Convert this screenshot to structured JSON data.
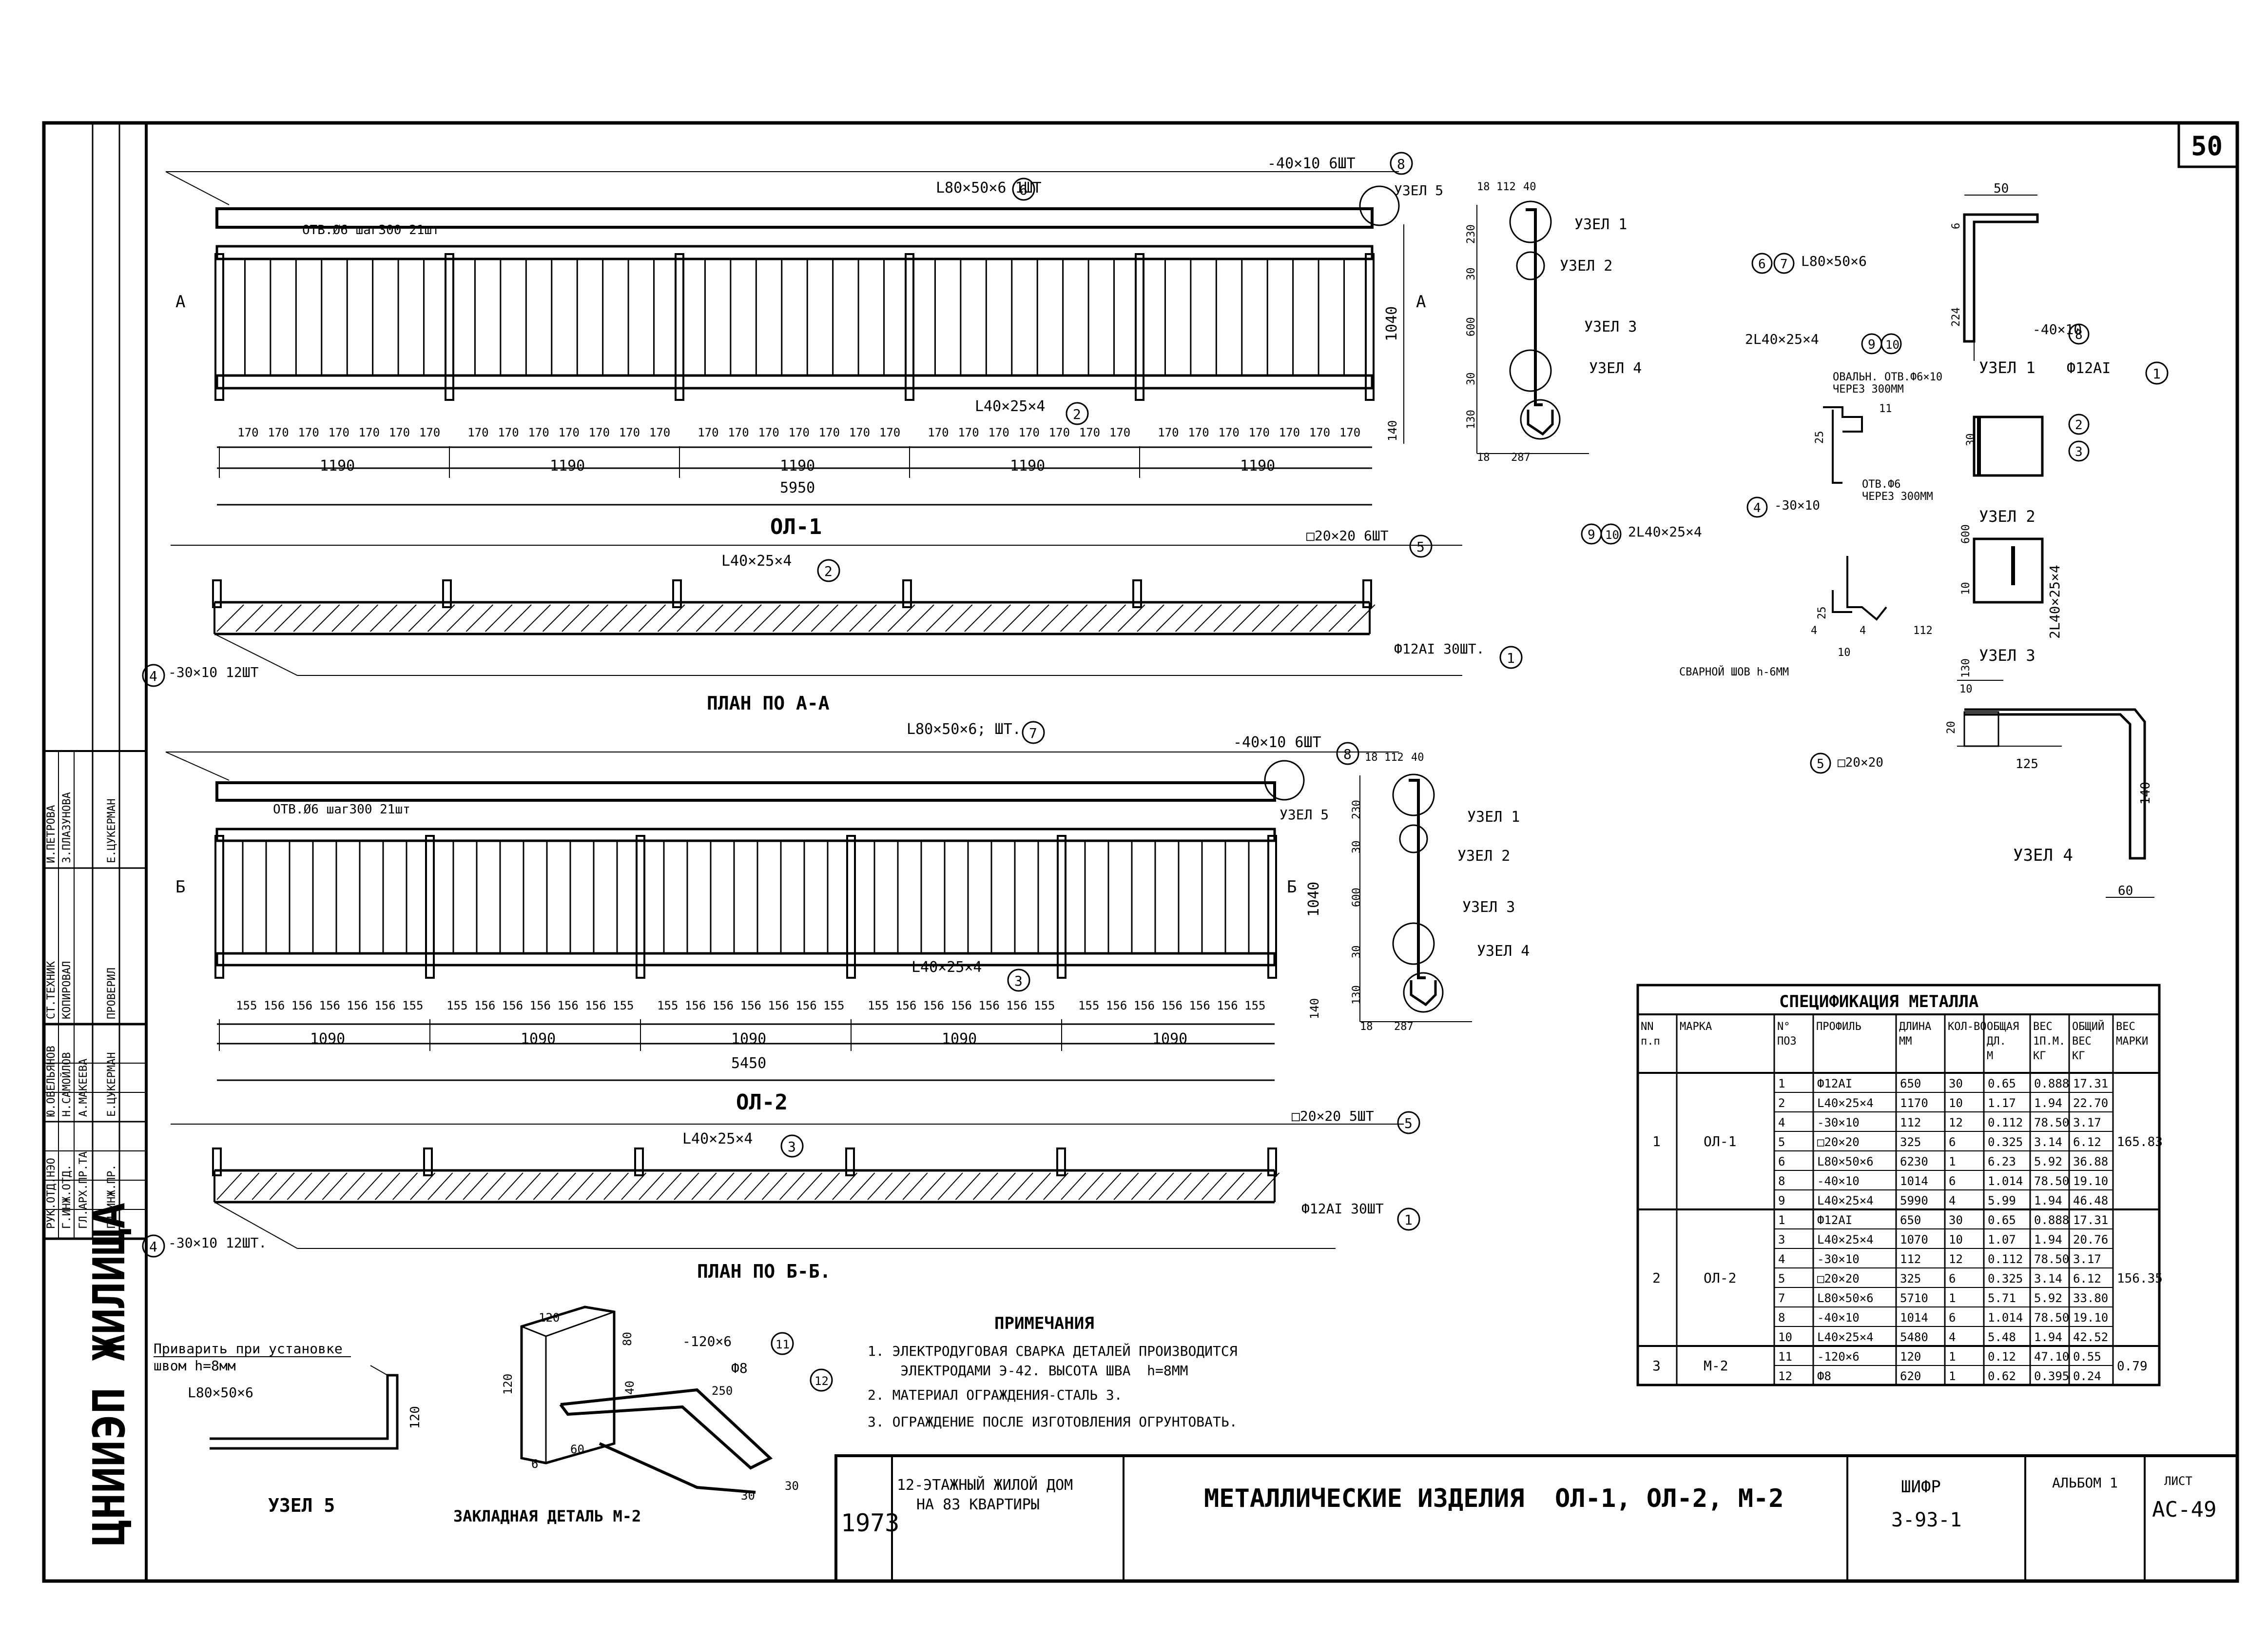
{
  "sheet": {
    "page_number": "50",
    "org": "ЦНИИЭП ЖИЛИЩА",
    "signatures": {
      "roles": [
        "РУК.ОТД.НЭО",
        "Г.ИНЖ.ОТД.",
        "ГЛ.АРХ.ПР.ТА",
        "ГЛ.ИНЖ.ПР."
      ],
      "names": [
        "Ю.ОВЕЛЬЯНОВ",
        "Н.САМОЙЛОВ",
        "А.МАКЕЕВА",
        "Е.ЦУКЕРМАН"
      ],
      "roles2": [
        "СТ.ТЕХНИК",
        "КОПИРОВАЛ",
        "",
        "ПРОВЕРИЛ"
      ],
      "names2": [
        "И.ПЕТРОВА",
        "З.ПЛАЗУНОВА",
        "",
        "Е.ЦУКЕРМАН"
      ]
    },
    "title_block": {
      "year": "1973",
      "project": "12-ЭТАЖНЫЙ ЖИЛОЙ ДОМ",
      "project2": "НА 83 КВАРТИРЫ",
      "title": "МЕТАЛЛИЧЕСКИЕ ИЗДЕЛИЯ  ОЛ-1, ОЛ-2, М-2",
      "cipher_label": "ШИФР",
      "cipher": "3-93-1",
      "album_label": "АЛЬБОМ 1",
      "sheet_label": "ЛИСТ",
      "sheet_no": "АС-49"
    }
  },
  "ol1": {
    "title": "ОЛ-1",
    "plan_title": "ПЛАН ПО А-А",
    "section_mark": "А",
    "spacings": [
      "170",
      "170",
      "170",
      "170",
      "170",
      "170",
      "170"
    ],
    "bays": [
      "1190",
      "1190",
      "1190",
      "1190",
      "1190"
    ],
    "total": "5950",
    "callout_top": "-40×10  6ШТ",
    "callout_top_no": "8",
    "rail_label": "L80×50×6  1ШТ",
    "rail_no": "6",
    "holes": "ОТВ.Ø6 шаг300 21шт",
    "node5": "УЗЕЛ 5",
    "angle_label": "L40×25×4",
    "angle_no": "2",
    "height": "1040",
    "left_dim": "140",
    "plan_angle": "L40×25×4",
    "plan_angle_no": "2",
    "plan_sq": "□20×20  6ШТ",
    "plan_sq_no": "5",
    "plan_bars": "Ф12АI  30ШТ.",
    "plan_bars_no": "1",
    "plan_strip": "-30×10  12ШТ",
    "plan_strip_no": "4"
  },
  "ol2": {
    "title": "ОЛ-2",
    "plan_title": "ПЛАН ПО Б-Б.",
    "section_mark": "Б",
    "spacings": [
      "155",
      "156",
      "156",
      "156",
      "156",
      "156",
      "155"
    ],
    "bays": [
      "1090",
      "1090",
      "1090",
      "1090",
      "1090"
    ],
    "total": "5450",
    "callout_top": "-40×10  6ШТ",
    "callout_top_no": "8",
    "rail_label": "L80×50×6; ШТ.",
    "rail_no": "7",
    "holes": "ОТВ.Ø6 шаг300  21шт",
    "node5": "УЗЕЛ 5",
    "angle_label": "L40×25×4",
    "angle_no": "3",
    "height": "1040",
    "left_dim": "140",
    "plan_angle": "L40×25×4",
    "plan_angle_no": "3",
    "plan_sq": "□20×20  5ШТ",
    "plan_sq_no": "5",
    "plan_bars": "Ф12АI  30ШТ",
    "plan_bars_no": "1",
    "plan_strip": "-30×10  12ШТ.",
    "plan_strip_no": "4"
  },
  "section": {
    "dims_top": [
      "18",
      "112",
      "40"
    ],
    "dims_side": [
      "230",
      "30",
      "600",
      "30",
      "130"
    ],
    "bottom": "287",
    "bottom_left": "18",
    "nodes": [
      "УЗЕЛ 1",
      "УЗЕЛ 2",
      "УЗЕЛ 3",
      "УЗЕЛ 4"
    ]
  },
  "nodes_detail": {
    "dim50": "50",
    "dim224": "224",
    "dim6": "6",
    "l80": "L80×50×6",
    "l80_nos": [
      "6",
      "7"
    ],
    "strip": "-40×10",
    "strip_no": "8",
    "uzel1": "УЗЕЛ 1",
    "bar": "Ф12АI",
    "bar_no": "1",
    "angle_pair": "2L40×25×4",
    "angle_pair_nos": [
      "9",
      "10"
    ],
    "oval_note": "ОВАЛЬН. ОТВ.Ф6×10",
    "oval_note2": "ЧЕРЕЗ 300ММ",
    "nos23": [
      "2",
      "3"
    ],
    "hole_note": "ОТВ.Ф6",
    "hole_note2": "ЧЕРЕЗ 300ММ",
    "strip4": "-30×10",
    "strip4_no": "4",
    "uzel2": "УЗЕЛ 2",
    "angle_pair2": "2L40×25×4",
    "angle_pair2_nos": [
      "9",
      "10"
    ],
    "angle_v": "2L40×25×4",
    "dim600": "600",
    "dim30": "30",
    "dim25": "25",
    "dim10": "10",
    "dim112": "112",
    "dim4": "4",
    "dim11": "11",
    "weld": "СВАРНОЙ ШОВ h-6ММ",
    "dim130": "130",
    "uzel3": "УЗЕЛ 3",
    "sq": "□20×20",
    "sq_no": "5",
    "dim20": "20",
    "dim125": "125",
    "dim140": "140",
    "dim60": "60",
    "uzel4": "УЗЕЛ 4"
  },
  "uzel5": {
    "note1": "Приварить при установке",
    "note2": "швом  h=8мм",
    "profile": "L80×50×6",
    "dim": "120",
    "title": "УЗЕЛ 5"
  },
  "m2": {
    "title": "ЗАКЛАДНАЯ ДЕТАЛЬ М-2",
    "plate": "-120×6",
    "plate_no": "11",
    "bar": "Ф8",
    "bar_no": "12",
    "dims": [
      "120",
      "80",
      "120",
      "40",
      "6",
      "60",
      "250",
      "30",
      "30"
    ]
  },
  "notes": {
    "title": "ПРИМЕЧАНИЯ",
    "items": [
      "1. ЭЛЕКТРОДУГОВАЯ СВАРКА ДЕТАЛЕЙ ПРОИЗВОДИТСЯ",
      "    ЭЛЕКТРОДАМИ Э-42. ВЫСОТА ШВА  h=8ММ",
      "2. МАТЕРИАЛ ОГРАЖДЕНИЯ-СТАЛЬ 3.",
      "3. ОГРАЖДЕНИЕ ПОСЛЕ ИЗГОТОВЛЕНИЯ ОГРУНТОВАТЬ."
    ]
  },
  "spec": {
    "title": "СПЕЦИФИКАЦИЯ МЕТАЛЛА",
    "headers": [
      "NN п.п",
      "МАРКА",
      "N° ПОЗ",
      "ПРОФИЛЬ",
      "ДЛИНА ММ",
      "КОЛ-ВО",
      "ОБЩАЯ ДЛ. М",
      "ВЕС 1П.М. КГ",
      "ОБЩИЙ ВЕС КГ",
      "ВЕС МАРКИ"
    ],
    "groups": [
      {
        "nn": "1",
        "mark": "ОЛ-1",
        "total": "165.83",
        "rows": [
          [
            "1",
            "Ф12АI",
            "650",
            "30",
            "0.65",
            "0.888",
            "17.31"
          ],
          [
            "2",
            "L40×25×4",
            "1170",
            "10",
            "1.17",
            "1.94",
            "22.70"
          ],
          [
            "4",
            "-30×10",
            "112",
            "12",
            "0.112",
            "78.50",
            "3.17"
          ],
          [
            "5",
            "□20×20",
            "325",
            "6",
            "0.325",
            "3.14",
            "6.12"
          ],
          [
            "6",
            "L80×50×6",
            "6230",
            "1",
            "6.23",
            "5.92",
            "36.88"
          ],
          [
            "8",
            "-40×10",
            "1014",
            "6",
            "1.014",
            "78.50",
            "19.10"
          ],
          [
            "9",
            "L40×25×4",
            "5990",
            "4",
            "5.99",
            "1.94",
            "46.48"
          ]
        ]
      },
      {
        "nn": "2",
        "mark": "ОЛ-2",
        "total": "156.35",
        "rows": [
          [
            "1",
            "Ф12АI",
            "650",
            "30",
            "0.65",
            "0.888",
            "17.31"
          ],
          [
            "3",
            "L40×25×4",
            "1070",
            "10",
            "1.07",
            "1.94",
            "20.76"
          ],
          [
            "4",
            "-30×10",
            "112",
            "12",
            "0.112",
            "78.50",
            "3.17"
          ],
          [
            "5",
            "□20×20",
            "325",
            "6",
            "0.325",
            "3.14",
            "6.12"
          ],
          [
            "7",
            "L80×50×6",
            "5710",
            "1",
            "5.71",
            "5.92",
            "33.80"
          ],
          [
            "8",
            "-40×10",
            "1014",
            "6",
            "1.014",
            "78.50",
            "19.10"
          ],
          [
            "10",
            "L40×25×4",
            "5480",
            "4",
            "5.48",
            "1.94",
            "42.52"
          ]
        ]
      },
      {
        "nn": "3",
        "mark": "М-2",
        "total": "0.79",
        "rows": [
          [
            "11",
            "-120×6",
            "120",
            "1",
            "0.12",
            "47.10",
            "0.55"
          ],
          [
            "12",
            "Ф8",
            "620",
            "1",
            "0.62",
            "0.395",
            "0.24"
          ]
        ]
      }
    ]
  }
}
